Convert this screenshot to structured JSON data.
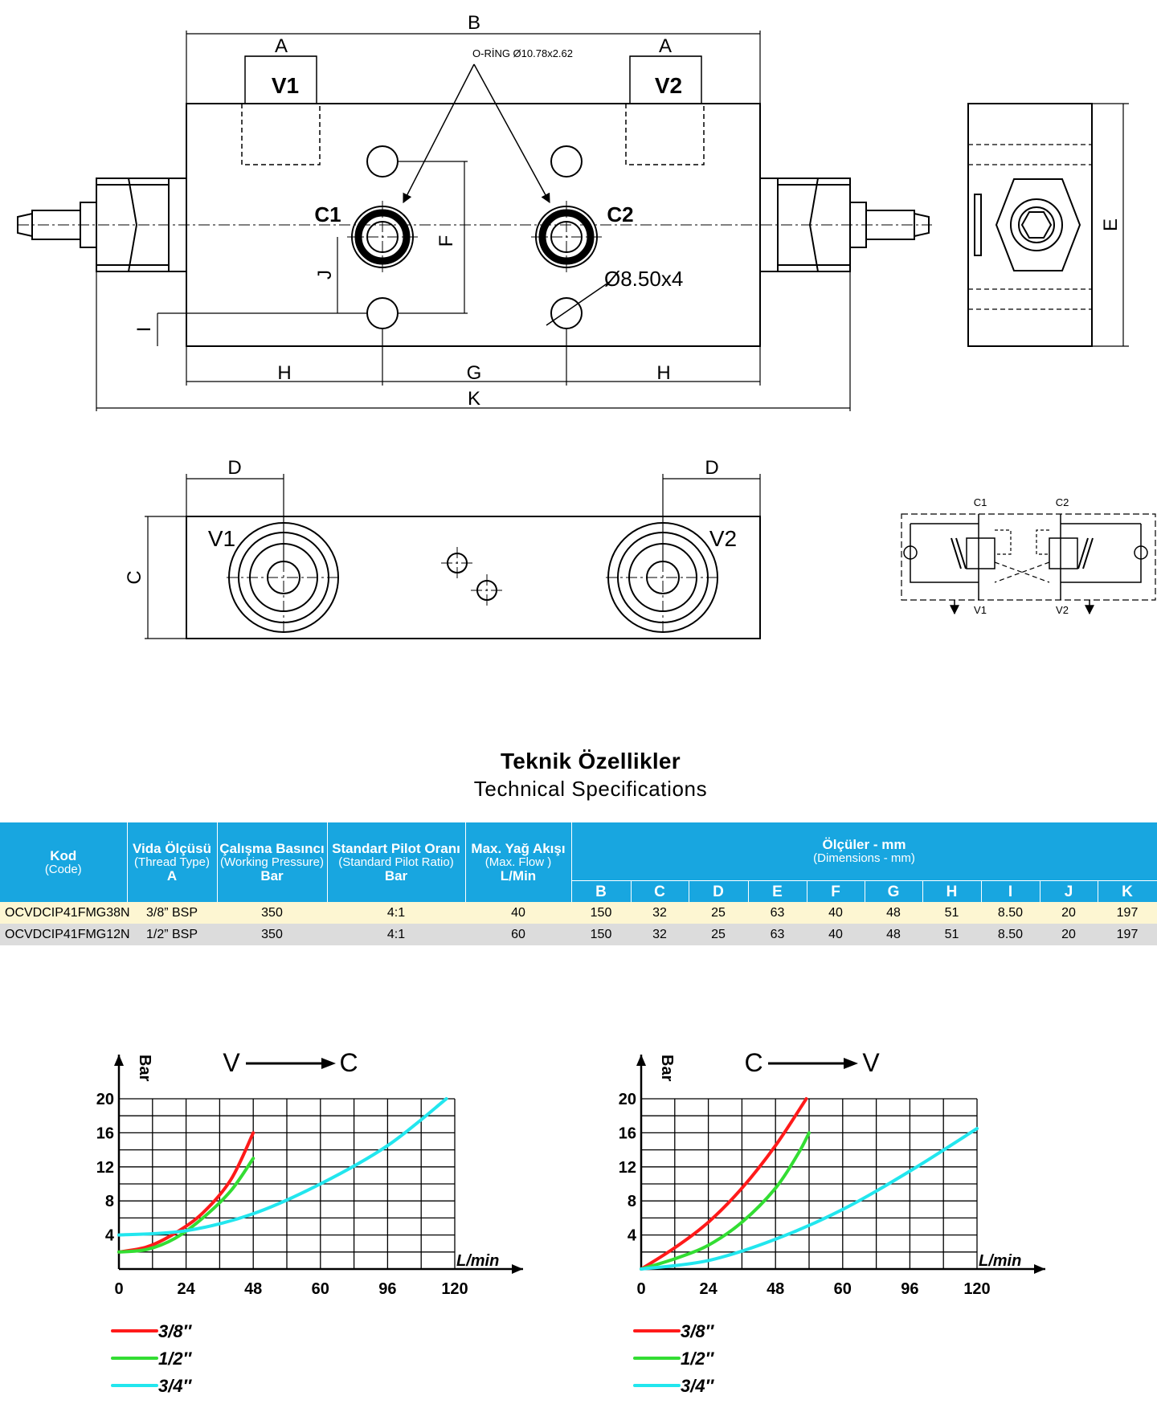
{
  "drawing": {
    "labels": {
      "dim_a": "A",
      "dim_b": "B",
      "dim_c": "C",
      "dim_d": "D",
      "dim_e": "E",
      "dim_f": "F",
      "dim_g": "G",
      "dim_h": "H",
      "dim_i": "I",
      "dim_j": "J",
      "dim_k": "K",
      "port_v1": "V1",
      "port_v2": "V2",
      "port_c1": "C1",
      "port_c2": "C2",
      "oring": "O-RİNG Ø10.78x2.62",
      "holes": "Ø8.50x4"
    }
  },
  "schematic": {
    "c1": "C1",
    "c2": "C2",
    "v1": "V1",
    "v2": "V2"
  },
  "specs": {
    "title_tr": "Teknik Özellikler",
    "title_en": "Technical Specifications",
    "headers": [
      {
        "main": "Kod",
        "sub": "(Code)",
        "unit": ""
      },
      {
        "main": "Vida Ölçüsü",
        "sub": "(Thread Type)",
        "unit": "A"
      },
      {
        "main": "Çalışma Basıncı",
        "sub": "(Working Pressure)",
        "unit": "Bar"
      },
      {
        "main": "Standart Pilot Oranı",
        "sub": "(Standard Pilot Ratio)",
        "unit": "Bar"
      },
      {
        "main": "Max. Yağ Akışı",
        "sub": "(Max. Flow )",
        "unit": "L/Min"
      }
    ],
    "dimensions_header": {
      "main": "Ölçüler - mm",
      "sub": "(Dimensions - mm)"
    },
    "dimension_columns": [
      "B",
      "C",
      "D",
      "E",
      "F",
      "G",
      "H",
      "I",
      "J",
      "K"
    ],
    "rows": [
      {
        "code": "OCVDCIP41FMG38N",
        "thread": "3/8” BSP",
        "pressure": "350",
        "ratio": "4:1",
        "flow": "40",
        "dims": [
          "150",
          "32",
          "25",
          "63",
          "40",
          "48",
          "51",
          "8.50",
          "20",
          "197"
        ]
      },
      {
        "code": "OCVDCIP41FMG12N",
        "thread": "1/2” BSP",
        "pressure": "350",
        "ratio": "4:1",
        "flow": "60",
        "dims": [
          "150",
          "32",
          "25",
          "63",
          "40",
          "48",
          "51",
          "8.50",
          "20",
          "197"
        ]
      }
    ]
  },
  "chart_data": [
    {
      "type": "line",
      "title_from": "V",
      "title_to": "C",
      "xlabel": "L/min",
      "ylabel": "Bar",
      "x_ticks": [
        "0",
        "24",
        "48",
        "60",
        "96",
        "120"
      ],
      "y_ticks": [
        "4",
        "8",
        "12",
        "16",
        "20"
      ],
      "ylim": [
        0,
        20
      ],
      "grid": true,
      "colors": {
        "3/8″": "#ff1a1a",
        "1/2″": "#33dd33",
        "3/4″": "#22e6ee"
      },
      "series": [
        {
          "name": "3/8″",
          "points": [
            [
              0,
              2
            ],
            [
              10,
              2.6
            ],
            [
              20,
              4.2
            ],
            [
              30,
              6.6
            ],
            [
              40,
              10.5
            ],
            [
              48,
              16
            ]
          ]
        },
        {
          "name": "1/2″",
          "points": [
            [
              0,
              2
            ],
            [
              10,
              2.3
            ],
            [
              20,
              3.6
            ],
            [
              30,
              6
            ],
            [
              40,
              9.2
            ],
            [
              48,
              13
            ]
          ]
        },
        {
          "name": "3/4″",
          "points": [
            [
              0,
              4
            ],
            [
              24,
              4.5
            ],
            [
              48,
              6.5
            ],
            [
              72,
              10
            ],
            [
              96,
              14.5
            ],
            [
              117,
              20
            ]
          ]
        }
      ]
    },
    {
      "type": "line",
      "title_from": "C",
      "title_to": "V",
      "xlabel": "L/min",
      "ylabel": "Bar",
      "x_ticks": [
        "0",
        "24",
        "48",
        "60",
        "96",
        "120"
      ],
      "y_ticks": [
        "4",
        "8",
        "12",
        "16",
        "20"
      ],
      "ylim": [
        0,
        20
      ],
      "grid": true,
      "colors": {
        "3/8″": "#ff1a1a",
        "1/2″": "#33dd33",
        "3/4″": "#22e6ee"
      },
      "series": [
        {
          "name": "3/8″",
          "points": [
            [
              0,
              0
            ],
            [
              12,
              2.5
            ],
            [
              24,
              5.5
            ],
            [
              36,
              9.5
            ],
            [
              48,
              14.5
            ],
            [
              59,
              20
            ]
          ]
        },
        {
          "name": "1/2″",
          "points": [
            [
              0,
              0
            ],
            [
              12,
              1.2
            ],
            [
              24,
              2.8
            ],
            [
              36,
              5.5
            ],
            [
              48,
              9.5
            ],
            [
              56,
              13.5
            ],
            [
              60,
              16
            ]
          ]
        },
        {
          "name": "3/4″",
          "points": [
            [
              0,
              0
            ],
            [
              24,
              1
            ],
            [
              48,
              3.5
            ],
            [
              72,
              7
            ],
            [
              96,
              11.5
            ],
            [
              120,
              16.5
            ]
          ]
        }
      ]
    }
  ]
}
